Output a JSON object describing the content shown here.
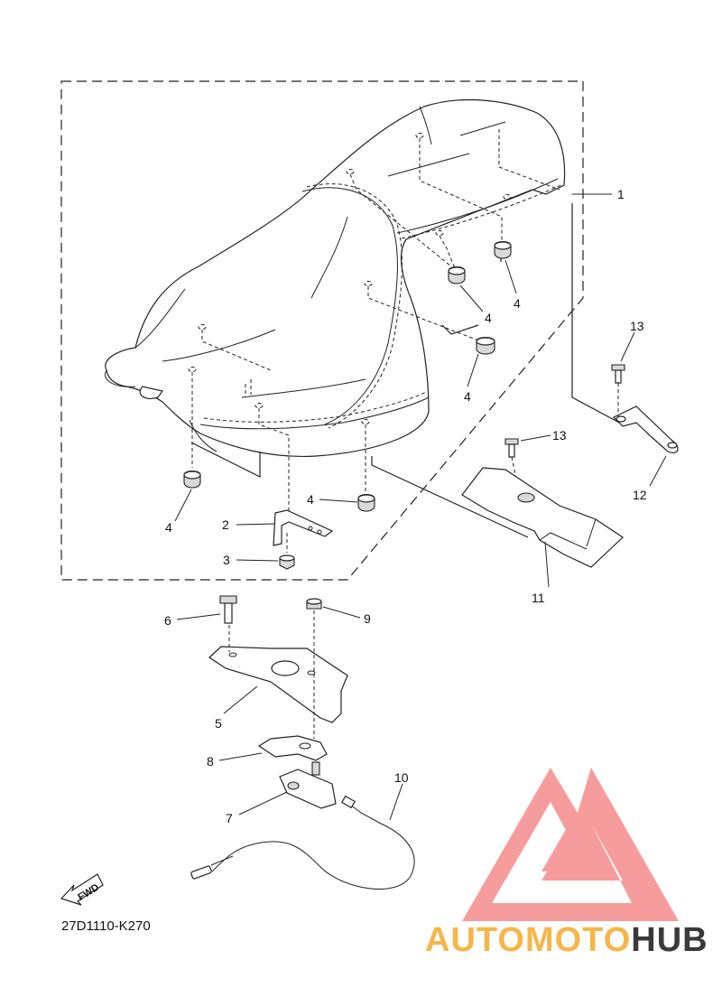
{
  "diagram": {
    "callouts": {
      "c1": "1",
      "c2": "2",
      "c3": "3",
      "c4a": "4",
      "c4b": "4",
      "c4c": "4",
      "c4d": "4",
      "c4e": "4",
      "c5": "5",
      "c6": "6",
      "c7": "7",
      "c8": "8",
      "c9": "9",
      "c10": "10",
      "c11": "11",
      "c12": "12",
      "c13a": "13",
      "c13b": "13"
    },
    "fwd_label": "FWD",
    "diagram_code": "27D1110-K270"
  },
  "watermark": {
    "text_a": "AUTOMOTO",
    "text_b": "HUB",
    "colors": {
      "primary": "#f26a6a",
      "secondary": "#f5b64a",
      "dark": "#3a3a3a"
    }
  }
}
